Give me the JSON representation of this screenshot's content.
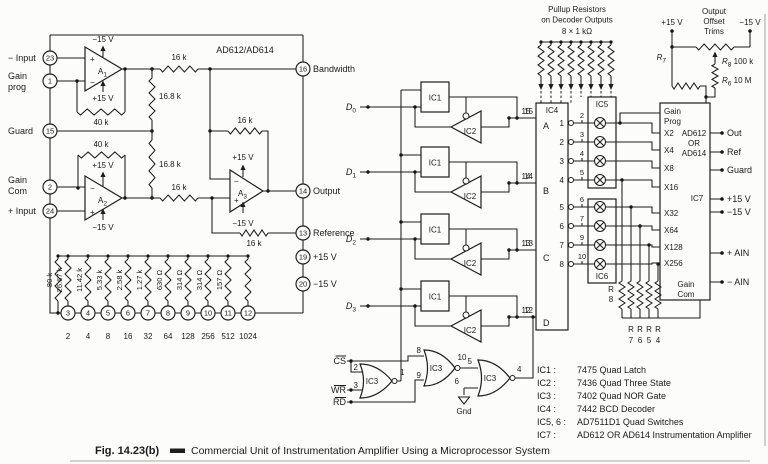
{
  "caption": {
    "fig": "Fig. 14.23(b)",
    "text": "Commercial Unit of Instrumentation Amplifier Using a Microprocessor System"
  },
  "left": {
    "chip_label": "AD612/AD614",
    "labels": {
      "input_neg": "− Input",
      "gain_prog1": "Gain",
      "gain_prog2": "prog",
      "guard": "Guard",
      "gain_com1": "Gain",
      "gain_com2": "Com",
      "input_pos": "+ Input"
    },
    "pins_left": [
      {
        "num": "23"
      },
      {
        "num": "1"
      },
      {
        "num": "15"
      },
      {
        "num": "2"
      },
      {
        "num": "24"
      }
    ],
    "pins_right": [
      {
        "num": "16",
        "label": "Bandwidth"
      },
      {
        "num": "14",
        "label": "Output"
      },
      {
        "num": "13",
        "label": "Reference"
      },
      {
        "num": "19",
        "label": "+15 V"
      },
      {
        "num": "20",
        "label": "−15 V"
      }
    ],
    "amps": [
      {
        "name": "A",
        "sub": "1",
        "top": "−15 V",
        "bottom": "+15 V"
      },
      {
        "name": "A",
        "sub": "2",
        "top": "+15 V",
        "bottom": "−15 V"
      },
      {
        "name": "A",
        "sub": "3",
        "top": "+15 V",
        "bottom": "−15 V"
      }
    ],
    "res": {
      "r16k_1": "16 k",
      "r16k_2": "16 k",
      "r16k_3": "16 k",
      "r16k_4": "16 k",
      "r40k_1": "40 k",
      "r40k_2": "40 k",
      "r168_1": "16.8 k",
      "r168_2": "16.8 k"
    },
    "ladder": {
      "values": [
        "80 k",
        "26.67 k",
        "11.42 k",
        "5.33 k",
        "2.58 k",
        "1.27 k",
        "630 Ω",
        "314 Ω",
        "314 Ω",
        "157 Ω"
      ],
      "pins": [
        "3",
        "4",
        "5",
        "6",
        "7",
        "8",
        "9",
        "10",
        "11",
        "12"
      ],
      "gains": [
        "2",
        "4",
        "8",
        "16",
        "32",
        "64",
        "128",
        "256",
        "512",
        "1024"
      ]
    }
  },
  "middle": {
    "d": [
      {
        "base": "D",
        "sub": "0"
      },
      {
        "base": "D",
        "sub": "1"
      },
      {
        "base": "D",
        "sub": "2"
      },
      {
        "base": "D",
        "sub": "3"
      }
    ],
    "rows": [
      {
        "line": "15"
      },
      {
        "line": "14"
      },
      {
        "line": "13"
      },
      {
        "line": "12"
      }
    ],
    "ic1": "IC1",
    "ic2": "IC2",
    "ic3": "IC3",
    "gates": {
      "cs": "CS",
      "wr": "WR",
      "rd": "RD",
      "p1": "1",
      "p2": "2",
      "p3": "3",
      "p8": "8",
      "p9": "9",
      "p10": "10",
      "p5": "5",
      "p6": "6",
      "p4": "4",
      "gnd": "Gnd"
    }
  },
  "decoder": {
    "pullup": {
      "l1": "Pullup Resistors",
      "l2": "on Decoder Outputs",
      "l3": "8 × 1 kΩ"
    },
    "ic4": {
      "name": "IC4",
      "inputs": [
        "A",
        "B",
        "C",
        "D"
      ],
      "in_pins": [
        "15",
        "14",
        "13",
        "12"
      ],
      "out_pins": [
        "1",
        "2",
        "3",
        "4",
        "5",
        "6",
        "7",
        "8"
      ]
    },
    "sw_pins": [
      "2",
      "3",
      "4",
      "5",
      "6",
      "7",
      "9",
      "10"
    ],
    "ic5": "IC5",
    "ic6": "IC6",
    "bank": {
      "left1": "R",
      "left2": "8",
      "r": [
        "R",
        "R",
        "R",
        "R"
      ],
      "n": [
        "7",
        "6",
        "5",
        "4"
      ]
    }
  },
  "ic7": {
    "gp1": "Gain",
    "gp2": "Prog",
    "x": [
      "X2",
      "X4",
      "X8",
      "X16",
      "X32",
      "X64",
      "X128",
      "X256"
    ],
    "part1": "AD612",
    "part2": "OR",
    "part3": "AD614",
    "name": "IC7",
    "gc1": "Gain",
    "gc2": "Com",
    "pins": [
      "Out",
      "Ref",
      "Guard",
      "+15 V",
      "−15 V",
      "+ AIN",
      "− AIN"
    ]
  },
  "trims": {
    "plus": "+15 V",
    "minus": "−15 V",
    "l1": "Output",
    "l2": "Offset",
    "l3": "Trims",
    "r7b": "R",
    "r7s": "7",
    "r8b": "R",
    "r8s": "8",
    "r8v": " 100 k",
    "r6b": "R",
    "r6s": "6",
    "r6v": " 10 M"
  },
  "legend": [
    {
      "k": "IC1 :",
      "v": "7475 Quad Latch"
    },
    {
      "k": "IC2 :",
      "v": "7436 Quad Three State"
    },
    {
      "k": "IC3 :",
      "v": "7402 Quad NOR Gate"
    },
    {
      "k": "IC4 :",
      "v": "7442 BCD Decoder"
    },
    {
      "k": "IC5, 6 :",
      "v": "AD7511D1 Quad Switches"
    },
    {
      "k": "IC7 :",
      "v": "AD612 OR AD614 Instrumentation Amplifier"
    }
  ]
}
